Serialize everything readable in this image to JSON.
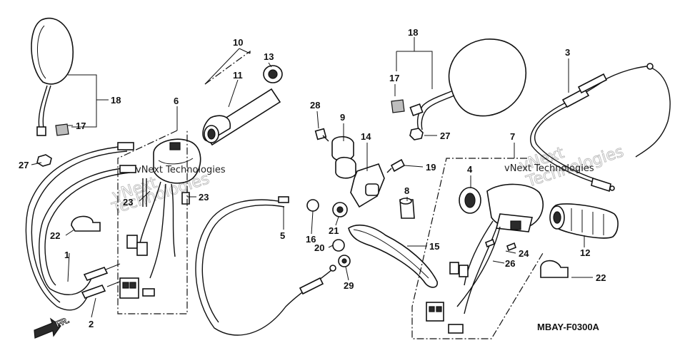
{
  "diagram": {
    "code": "MBAY-F0300A",
    "direction_label": "FR.",
    "watermark": "vNext Technologies",
    "callouts": [
      {
        "id": "c1",
        "label": "1"
      },
      {
        "id": "c2",
        "label": "2"
      },
      {
        "id": "c3",
        "label": "3"
      },
      {
        "id": "c4",
        "label": "4"
      },
      {
        "id": "c5",
        "label": "5"
      },
      {
        "id": "c6",
        "label": "6"
      },
      {
        "id": "c7",
        "label": "7"
      },
      {
        "id": "c8",
        "label": "8"
      },
      {
        "id": "c9",
        "label": "9"
      },
      {
        "id": "c10",
        "label": "10"
      },
      {
        "id": "c11",
        "label": "11"
      },
      {
        "id": "c12",
        "label": "12"
      },
      {
        "id": "c13",
        "label": "13"
      },
      {
        "id": "c14",
        "label": "14"
      },
      {
        "id": "c15",
        "label": "15"
      },
      {
        "id": "c16",
        "label": "16"
      },
      {
        "id": "c17a",
        "label": "17"
      },
      {
        "id": "c17b",
        "label": "17"
      },
      {
        "id": "c18a",
        "label": "18"
      },
      {
        "id": "c18b",
        "label": "18"
      },
      {
        "id": "c19",
        "label": "19"
      },
      {
        "id": "c20",
        "label": "20"
      },
      {
        "id": "c21",
        "label": "21"
      },
      {
        "id": "c22a",
        "label": "22"
      },
      {
        "id": "c22b",
        "label": "22"
      },
      {
        "id": "c23a",
        "label": "23"
      },
      {
        "id": "c23b",
        "label": "23"
      },
      {
        "id": "c24",
        "label": "24"
      },
      {
        "id": "c26",
        "label": "26"
      },
      {
        "id": "c27a",
        "label": "27"
      },
      {
        "id": "c27b",
        "label": "27"
      },
      {
        "id": "c28",
        "label": "28"
      },
      {
        "id": "c29",
        "label": "29"
      }
    ]
  }
}
